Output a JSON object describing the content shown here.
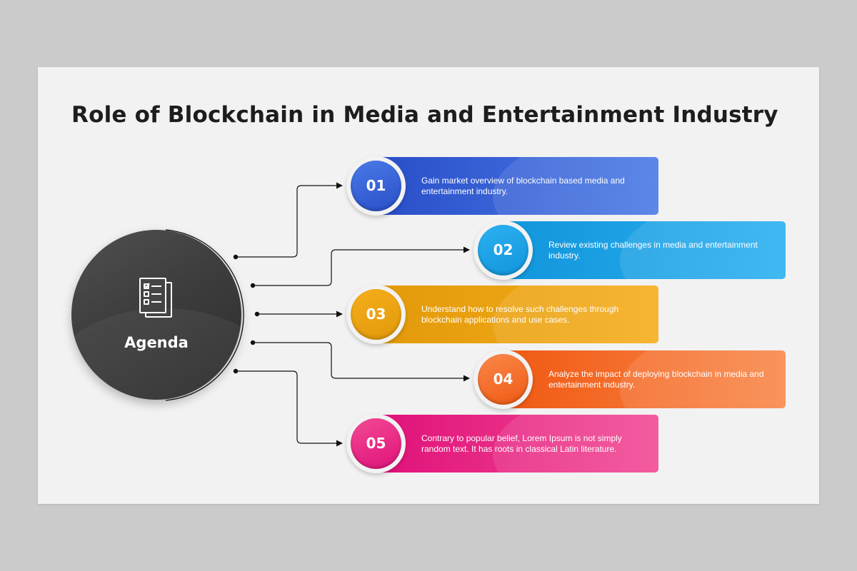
{
  "title": "Role of Blockchain in Media and Entertainment Industry",
  "hub": {
    "label": "Agenda",
    "icon": "checklist-document-icon"
  },
  "items": [
    {
      "number": "01",
      "text": "Gain market overview of blockchain based media and entertainment industry.",
      "color_dark": "#2a4fc9",
      "color_light": "#4a7ae6"
    },
    {
      "number": "02",
      "text": "Review existing challenges in media and entertainment industry.",
      "color_dark": "#1296dc",
      "color_light": "#2bb0f0"
    },
    {
      "number": "03",
      "text": "Understand how to resolve such challenges through blockchain applications and use cases.",
      "color_dark": "#e39a0a",
      "color_light": "#f5ad1c"
    },
    {
      "number": "04",
      "text": "Analyze the impact of deploying blockchain in media and entertainment industry.",
      "color_dark": "#f05a14",
      "color_light": "#f9884a"
    },
    {
      "number": "05",
      "text": "Contrary to popular belief, Lorem Ipsum is not simply random text. It has roots in classical Latin literature.",
      "color_dark": "#e0127a",
      "color_light": "#f24a94"
    }
  ],
  "colors": {
    "slide_background": "#f2f2f2",
    "page_background": "#cbcbcb",
    "hub": "#3d3d3d"
  }
}
